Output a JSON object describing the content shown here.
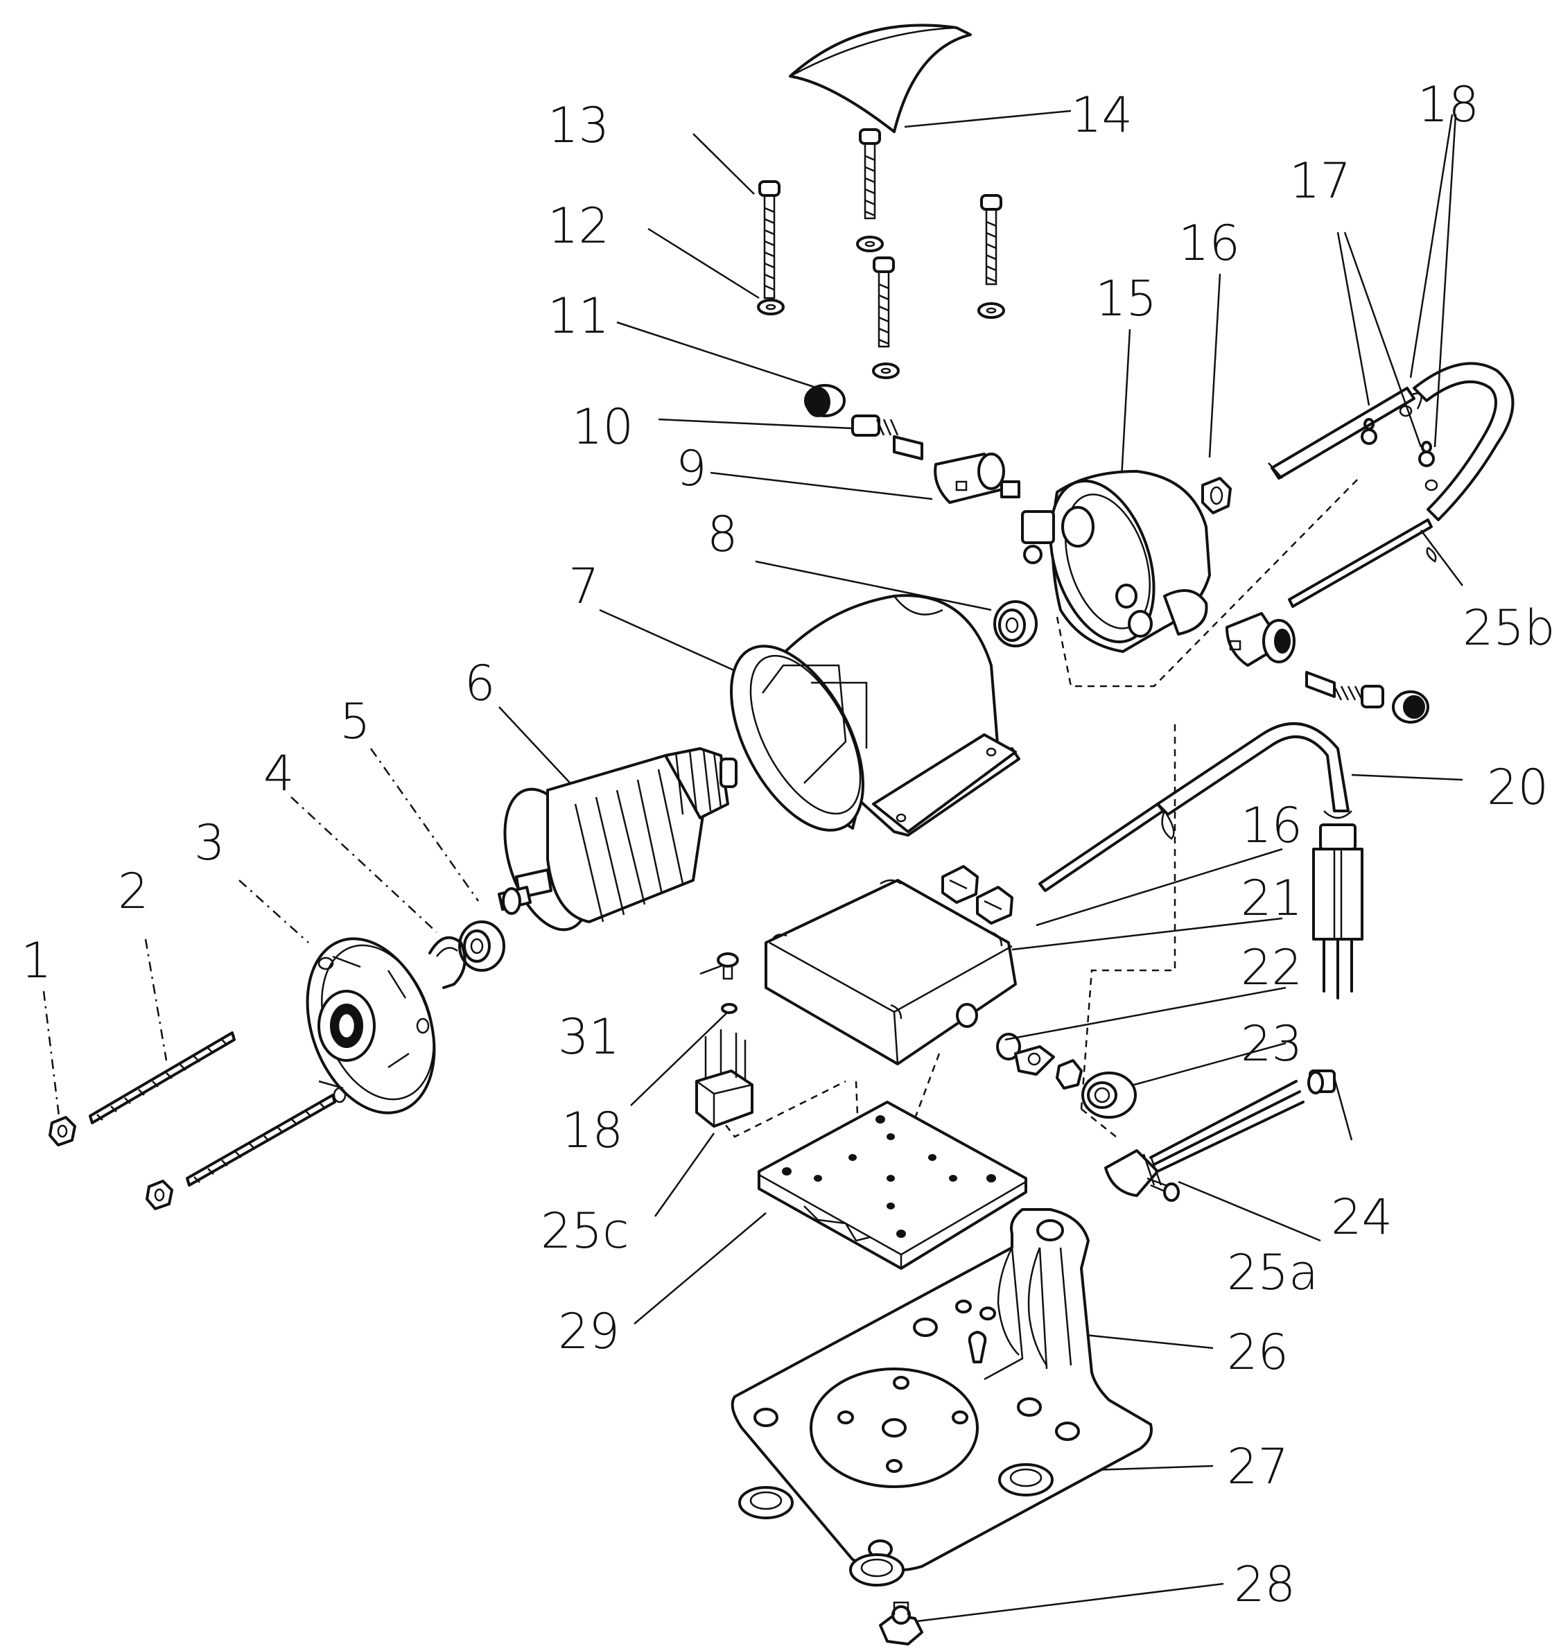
{
  "diagram": {
    "labels": [
      {
        "id": "1",
        "text": "1"
      },
      {
        "id": "2",
        "text": "2"
      },
      {
        "id": "3",
        "text": "3"
      },
      {
        "id": "4",
        "text": "4"
      },
      {
        "id": "5",
        "text": "5"
      },
      {
        "id": "6",
        "text": "6"
      },
      {
        "id": "7",
        "text": "7"
      },
      {
        "id": "8",
        "text": "8"
      },
      {
        "id": "9",
        "text": "9"
      },
      {
        "id": "10",
        "text": "10"
      },
      {
        "id": "11",
        "text": "11"
      },
      {
        "id": "12",
        "text": "12"
      },
      {
        "id": "13",
        "text": "13"
      },
      {
        "id": "14",
        "text": "14"
      },
      {
        "id": "15",
        "text": "15"
      },
      {
        "id": "16",
        "text": "16"
      },
      {
        "id": "16b",
        "text": "16"
      },
      {
        "id": "17",
        "text": "17"
      },
      {
        "id": "18",
        "text": "18"
      },
      {
        "id": "18b",
        "text": "18"
      },
      {
        "id": "20",
        "text": "20"
      },
      {
        "id": "21",
        "text": "21"
      },
      {
        "id": "22",
        "text": "22"
      },
      {
        "id": "23",
        "text": "23"
      },
      {
        "id": "24",
        "text": "24"
      },
      {
        "id": "25a",
        "text": "25a"
      },
      {
        "id": "25b",
        "text": "25b"
      },
      {
        "id": "25c",
        "text": "25c"
      },
      {
        "id": "26",
        "text": "26"
      },
      {
        "id": "27",
        "text": "27"
      },
      {
        "id": "28",
        "text": "28"
      },
      {
        "id": "29",
        "text": "29"
      },
      {
        "id": "31",
        "text": "31"
      }
    ]
  }
}
